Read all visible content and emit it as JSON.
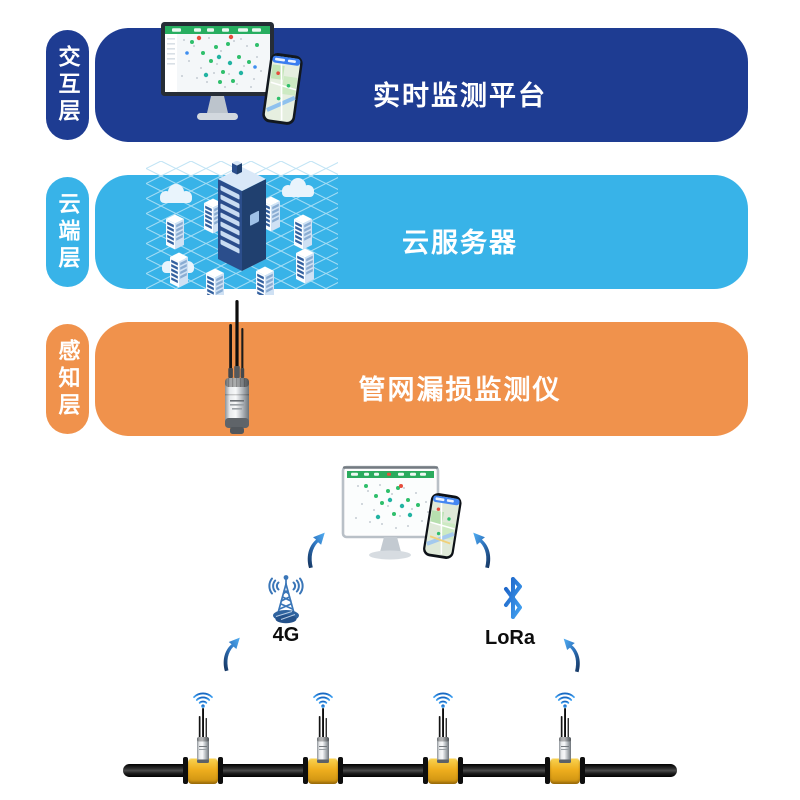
{
  "layers": [
    {
      "tag": "交互层",
      "label": "实时监测平台",
      "color": "#1e3c92",
      "illustration": "monitor-and-phone"
    },
    {
      "tag": "云端层",
      "label": "云服务器",
      "color": "#38b3e8",
      "illustration": "cloud-servers"
    },
    {
      "tag": "感知层",
      "label": "管网漏损监测仪",
      "color": "#f0924c",
      "illustration": "leak-monitor-device"
    }
  ],
  "bottom_diagram": {
    "platform_illustration": "monitor-and-phone",
    "left_link": {
      "label": "4G",
      "icon": "radio-tower-icon"
    },
    "right_link": {
      "label": "LoRa",
      "icon": "bluetooth-icon"
    },
    "sensors": {
      "count": 4,
      "icon": "wifi-signal-icon"
    },
    "pipe": {
      "color": "#111111",
      "coupling_color": "#eeae1e"
    }
  },
  "palette": {
    "deep_blue": "#1e3c92",
    "sky_blue": "#38b3e8",
    "orange": "#f0924c",
    "arrow_blue_dark": "#143058",
    "arrow_blue_light": "#52aef2",
    "icon_blue": "#3a76b8",
    "text_dark": "#111111",
    "background": "#ffffff"
  }
}
